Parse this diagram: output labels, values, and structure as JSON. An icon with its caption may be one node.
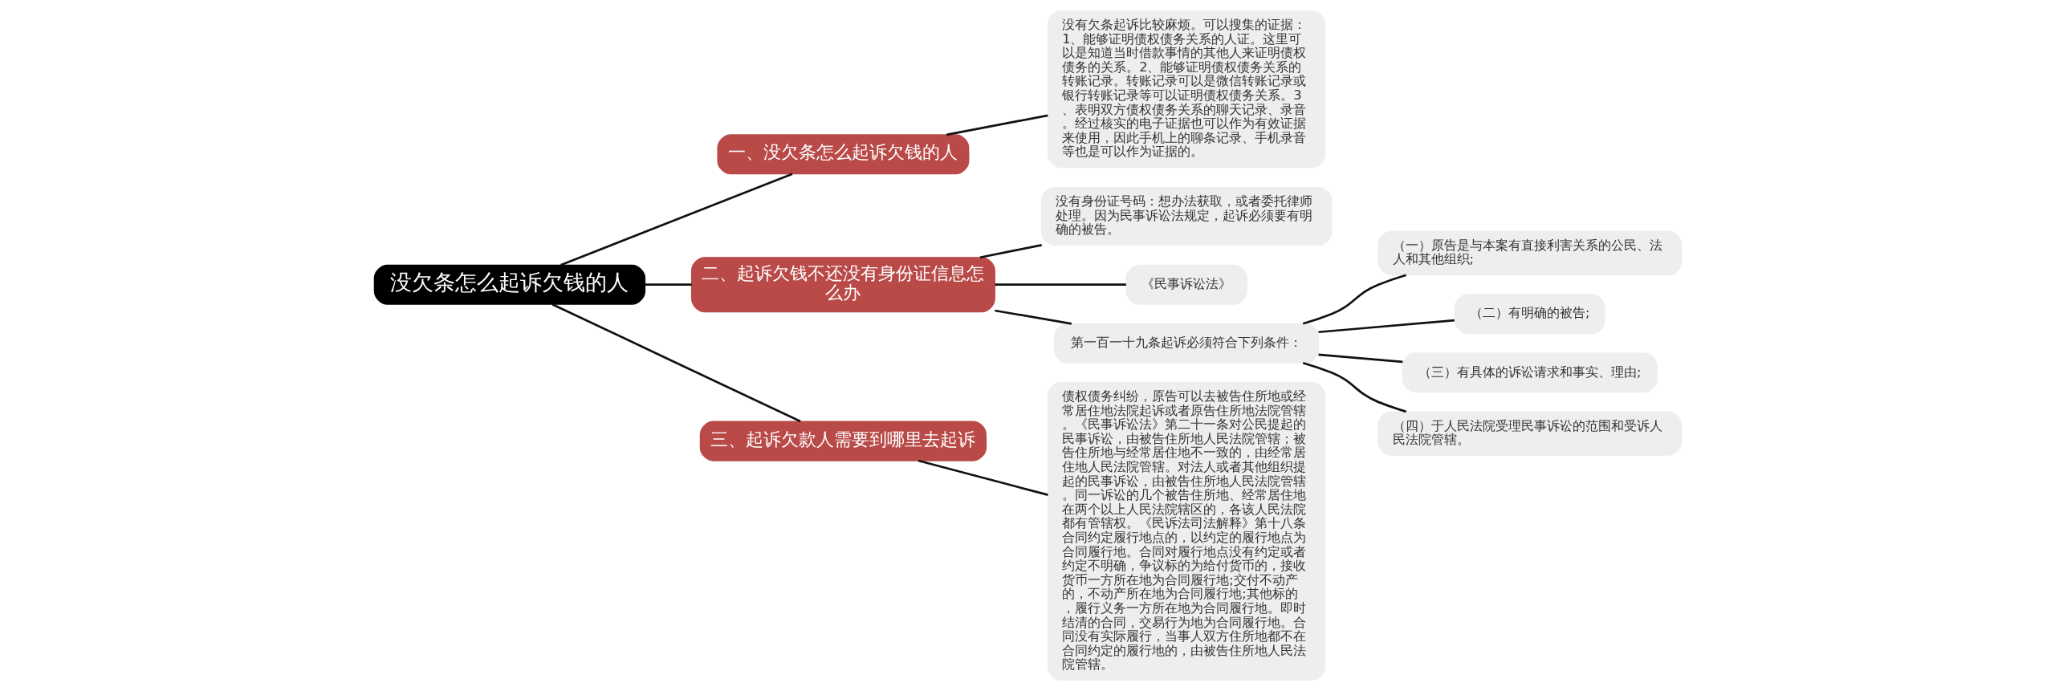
{
  "diagram": {
    "nodes": [
      {
        "text": [
          "没欠条怎么起诉欠钱的人"
        ]
      },
      {
        "text": [
          "一、没欠条怎么起诉欠钱的人"
        ]
      },
      {
        "text": [
          "没有欠条起诉比较麻烦。可以搜集的证据：1、能够证明债权债务关系的人证。这里可以是知道当时借款事情的其他人来证明债权债务的关系。2、能够证明债权债务关系的转账记录。转账记录可以是微信转账记录或银行转账记录等可以证明债权债务关系。3、表明双方债权债务关系的聊天记录、录音。经过核实的电子证据也可以作为有效证据来使用，因此手机上的聊条记录、手机录音等也是可以作为证据的。"
        ]
      },
      {
        "text": [
          "二、起诉欠钱不还没有身份证信息怎么办"
        ]
      },
      {
        "text": [
          "没有身份证号码：想办法获取，或者委托律师处理。因为民事诉讼法规定，起诉必须要有明确的被告。"
        ]
      },
      {
        "text": [
          "《民事诉讼法》"
        ]
      },
      {
        "text": [
          "第一百一十九条起诉必须符合下列条件："
        ]
      },
      {
        "text": [
          "（一）原告是与本案有直接利害关系的公民、法人和其他组织;"
        ]
      },
      {
        "text": [
          "（二）有明确的被告;"
        ]
      },
      {
        "text": [
          "（三）有具体的诉讼请求和事实、理由;"
        ]
      },
      {
        "text": [
          "（四）于人民法院受理民事诉讼的范围和受诉人民法院管辖。"
        ]
      },
      {
        "text": [
          "三、起诉欠款人需要到哪里去起诉"
        ]
      },
      {
        "text": [
          "债权债务纠纷，原告可以去被告住所地或经常居住地法院起诉或者原告住所地法院管辖。《民事诉讼法》第二十一条对公民提起的民事诉讼，由被告住所地人民法院管辖；被告住所地与经常居住地不一致的，由经常居住地人民法院管辖。对法人或者其他组织提起的民事诉讼，由被告住所地人民法院管辖。同一诉讼的几个被告住所地、经常居住地在两个以上人民法院辖区的，各该人民法院都有管辖权。《民诉法司法解释》第十八条合同约定履行地点的，以约定的履行地点为合同履行地。合同对履行地点没有约定或者约定不明确，争议标的为给付货币的，接收货币一方所在地为合同履行地;交付不动产的，不动产所在地为合同履行地;其他标的，履行义务一方所在地为合同履行地。即时结清的合同，交易行为地为合同履行地。合同没有实际履行，当事人双方住所地都不在合同约定的履行地的，由被告住所地人民法院管辖。"
        ]
      }
    ],
    "edges": [
      {
        "from": 0,
        "to": 1,
        "arrow": "none"
      },
      {
        "from": 1,
        "to": 2,
        "arrow": "none"
      },
      {
        "from": 0,
        "to": 3,
        "arrow": "none"
      },
      {
        "from": 3,
        "to": 4,
        "arrow": "none"
      },
      {
        "from": 3,
        "to": 5,
        "arrow": "none"
      },
      {
        "from": 3,
        "to": 6,
        "arrow": "none"
      },
      {
        "from": 6,
        "to": 7,
        "arrow": "none"
      },
      {
        "from": 6,
        "to": 8,
        "arrow": "none"
      },
      {
        "from": 6,
        "to": 9,
        "arrow": "none"
      },
      {
        "from": 6,
        "to": 10,
        "arrow": "none"
      },
      {
        "from": 0,
        "to": 11,
        "arrow": "none"
      },
      {
        "from": 11,
        "to": 12,
        "arrow": "none"
      }
    ]
  }
}
